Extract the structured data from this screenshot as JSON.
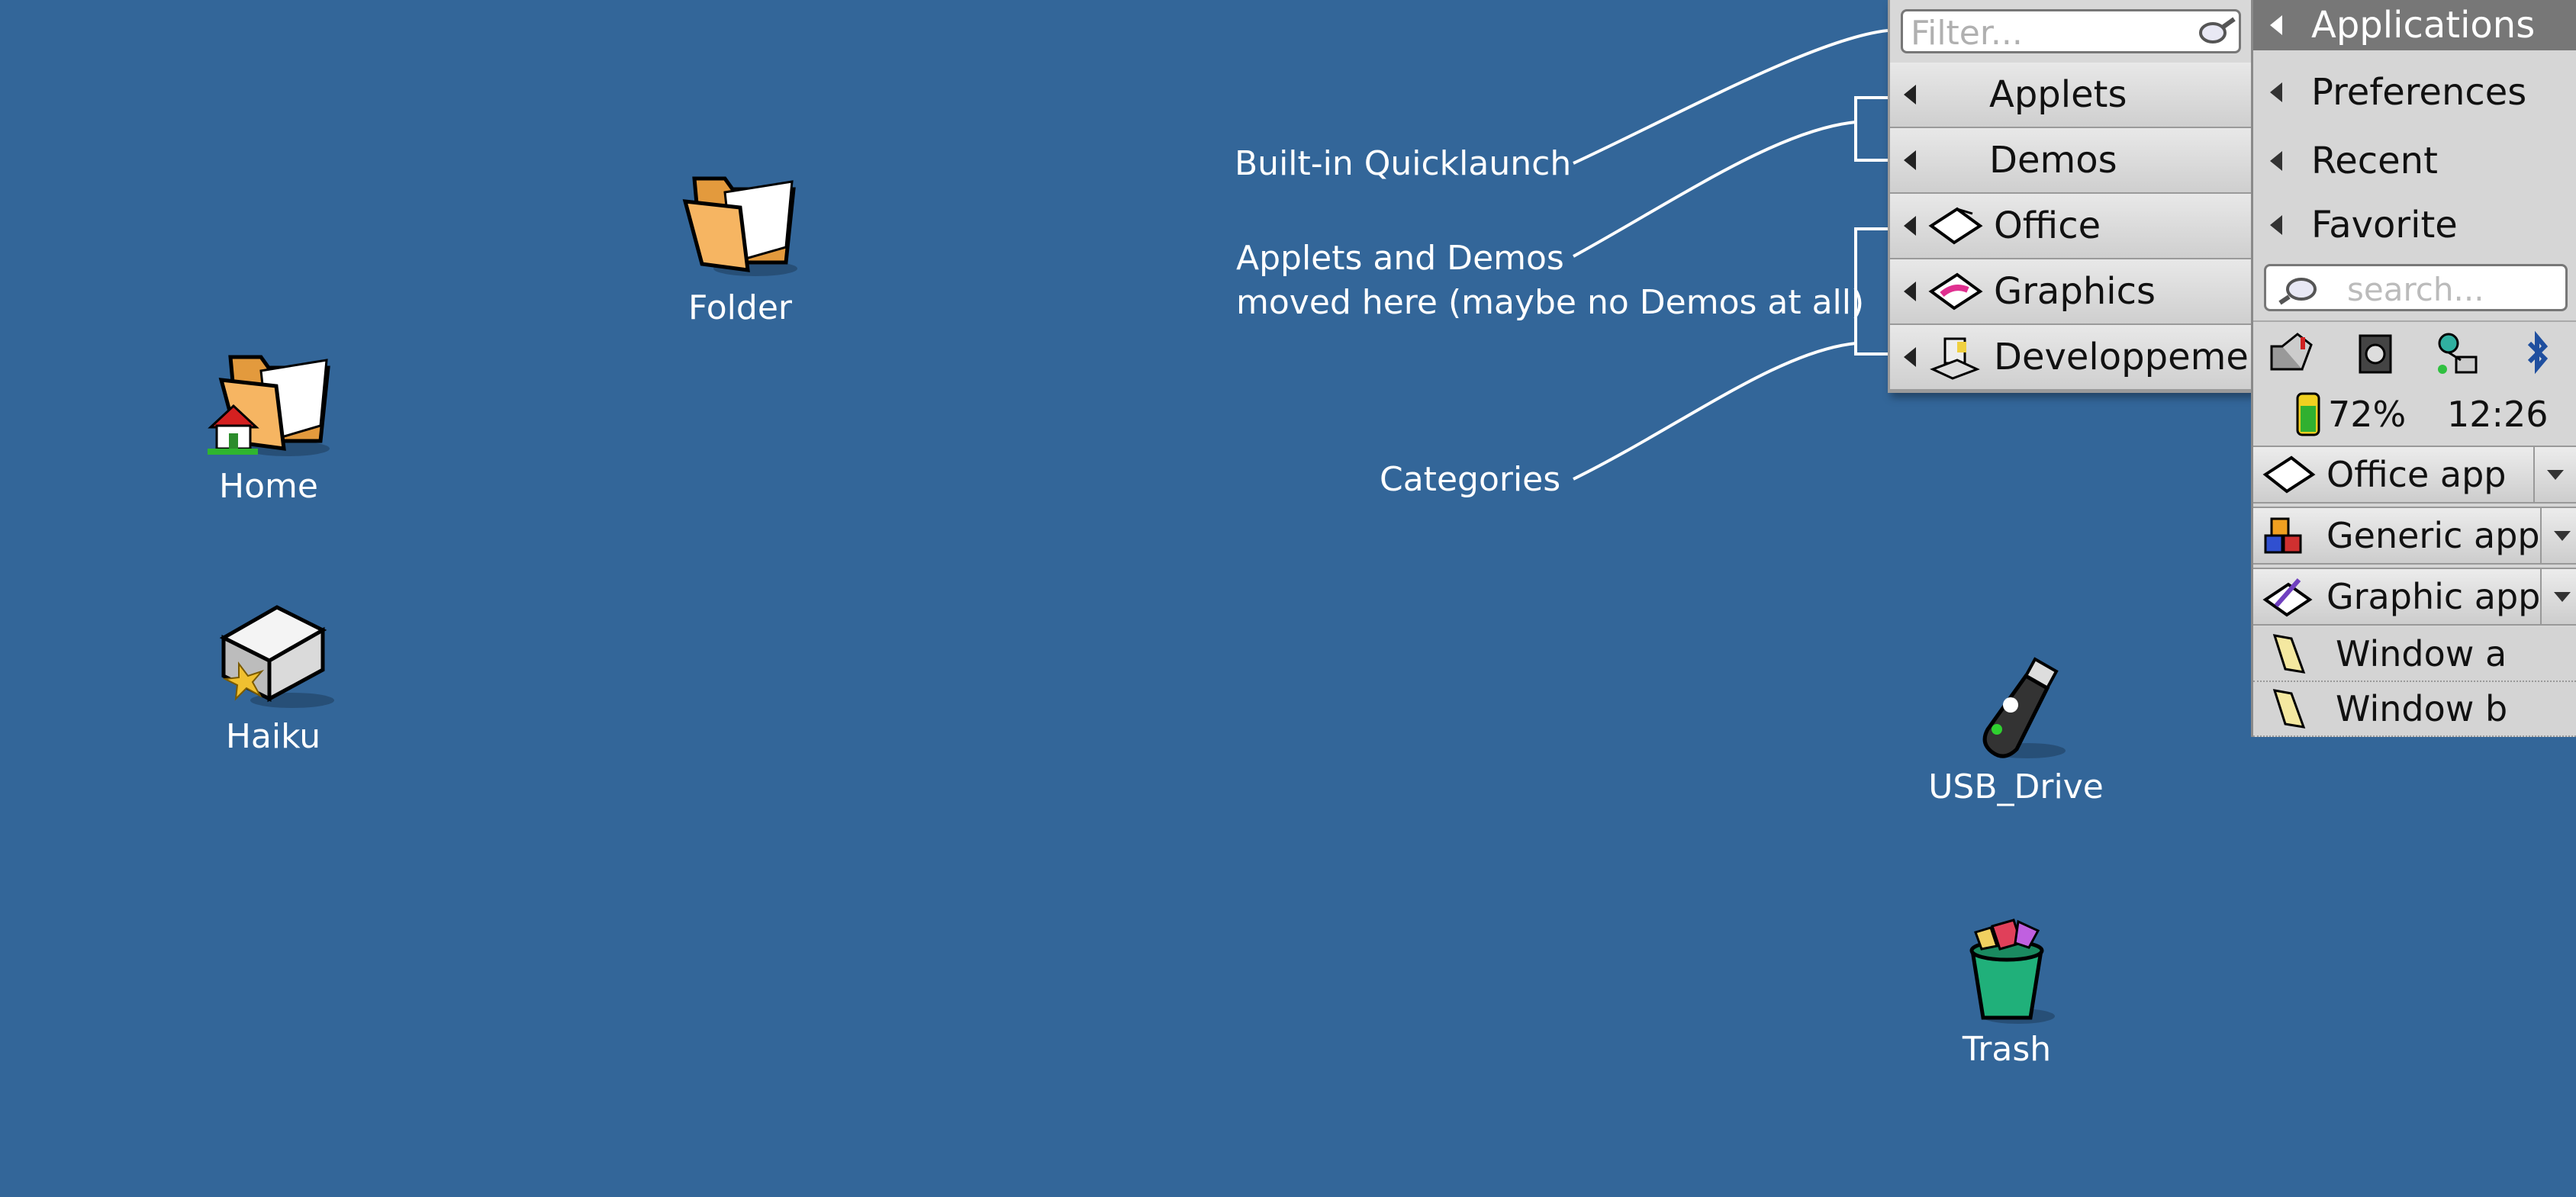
{
  "desktop": {
    "icons": [
      {
        "label": "Folder"
      },
      {
        "label": "Home"
      },
      {
        "label": "Haiku"
      },
      {
        "label": "USB_Drive"
      },
      {
        "label": "Trash"
      }
    ]
  },
  "annotations": {
    "quicklaunch": "Built-in Quicklaunch",
    "moved_line1": "Applets and Demos",
    "moved_line2": "moved here (maybe no Demos at all)",
    "categories": "Categories"
  },
  "left_menu": {
    "filter_placeholder": "Filter...",
    "items": [
      {
        "label": "Applets",
        "icon": "none"
      },
      {
        "label": "Demos",
        "icon": "none"
      },
      {
        "label": "Office",
        "icon": "office-icon"
      },
      {
        "label": "Graphics",
        "icon": "graphics-icon"
      },
      {
        "label": "Developpement",
        "icon": "development-icon"
      }
    ]
  },
  "deskbar": {
    "menu": [
      {
        "label": "Applications"
      },
      {
        "label": "Preferences"
      },
      {
        "label": "Recent"
      },
      {
        "label": "Favorite"
      }
    ],
    "search_placeholder": "search...",
    "tray": {
      "icons": [
        "mail-icon",
        "speaker-icon",
        "network-icon",
        "bluetooth-icon"
      ],
      "battery": "72%",
      "clock": "12:26"
    },
    "apps": [
      {
        "label": "Office app",
        "icon": "office-icon"
      },
      {
        "label": "Generic app",
        "icon": "generic-app-icon"
      },
      {
        "label": "Graphic app",
        "icon": "graphic-app-icon"
      }
    ],
    "windows": [
      {
        "label": "Window a"
      },
      {
        "label": "Window b"
      }
    ]
  },
  "colors": {
    "desktop": "#336699",
    "menu_bg": "#d8d8d8",
    "highlight": "#777777"
  }
}
